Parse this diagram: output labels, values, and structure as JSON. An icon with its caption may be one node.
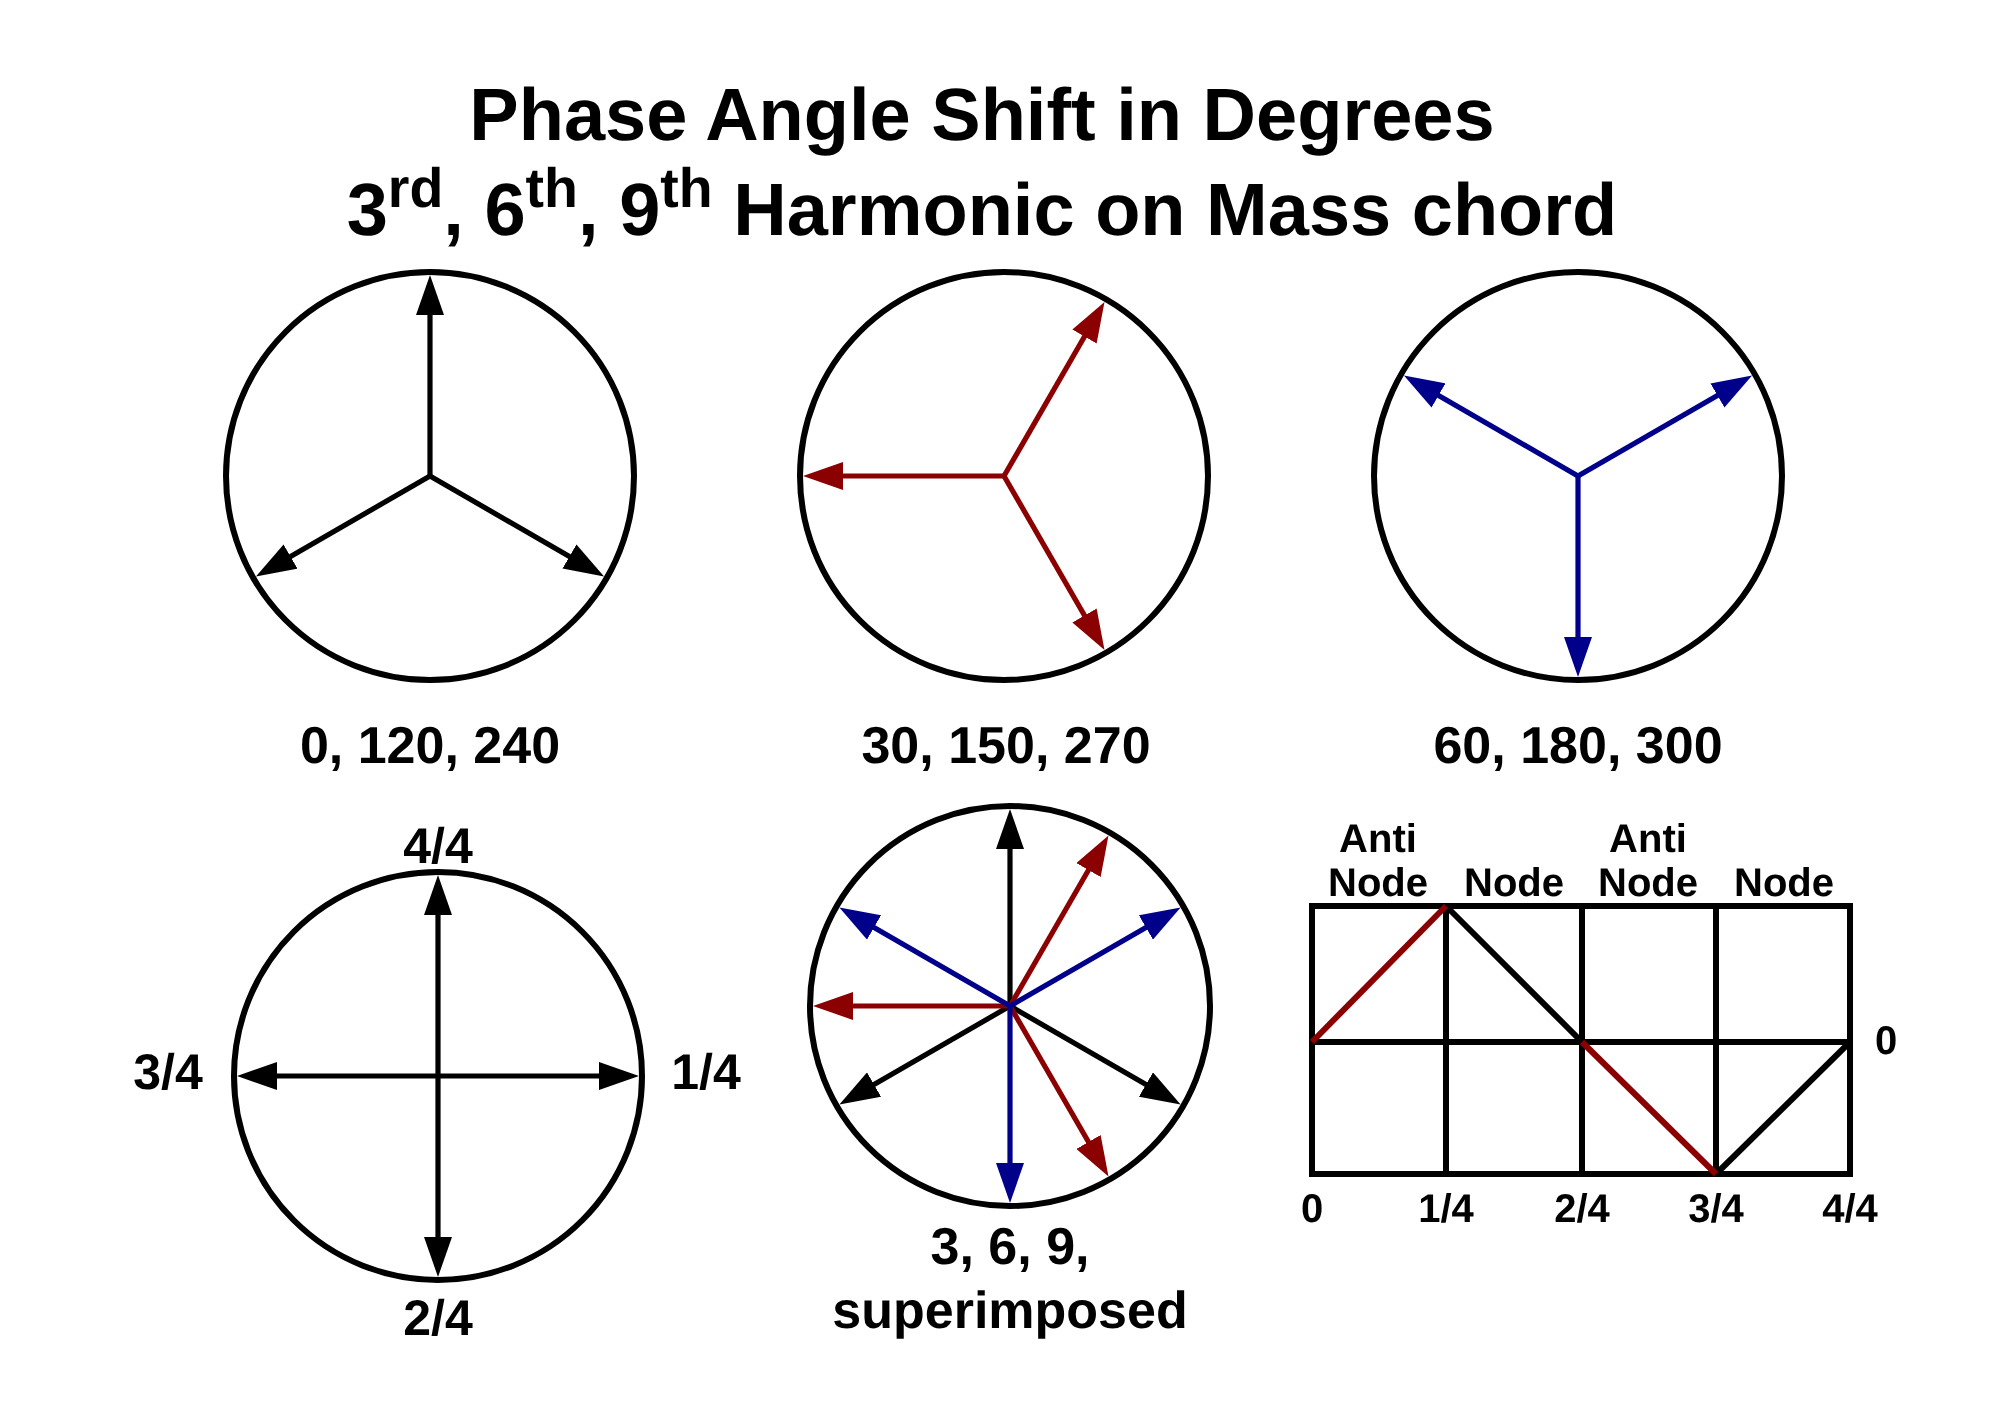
{
  "diagram": {
    "title": "Phase Angle Shift in Degrees",
    "nodes": [
      {
        "text": [],
        "shape": "circle",
        "beside": [
          "0, 120, 240"
        ]
      },
      {
        "text": [],
        "shape": "circle",
        "beside": [
          "30, 150, 270"
        ]
      },
      {
        "text": [],
        "shape": "circle",
        "beside": [
          "60, 180, 300"
        ]
      },
      {
        "text": [],
        "shape": "circle",
        "beside": [
          "4/4",
          "3/4",
          "1/4",
          "2/4"
        ]
      },
      {
        "text": [],
        "shape": "circle",
        "beside": [
          "3, 6, 9, superimposed"
        ]
      }
    ],
    "labels": [
      "3$^{rd}$, 6$^{th}$, 9$^{th}$ Harmonic on Mass chord",
      "Anti Node",
      "Node",
      "Anti Node",
      "Node",
      "0",
      "0",
      "1/4",
      "2/4",
      "3/4",
      "4/4"
    ]
  }
}
